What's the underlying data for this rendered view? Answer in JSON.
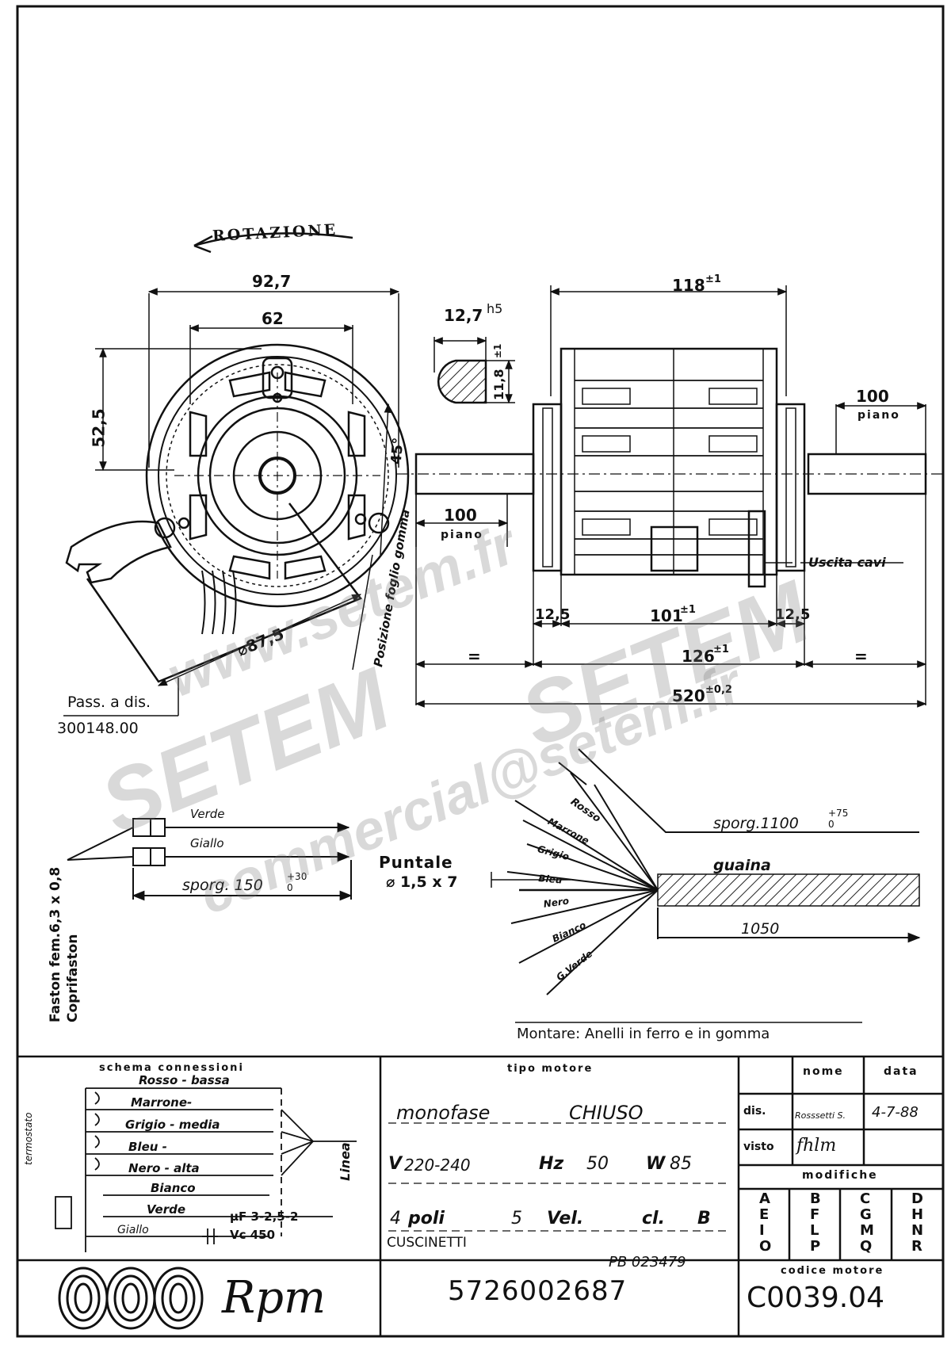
{
  "drawing": {
    "rotation_label": "ROTAZIONE",
    "dims": {
      "d927": "92,7",
      "d62": "62",
      "d525": "52,5",
      "d45": "45°",
      "d875": "⌀87,5",
      "shaft_d": "12,7",
      "shaft_tol": "h5",
      "shaft_flat": "11,8",
      "shaft_flat_tol": "±1",
      "len118": "118",
      "len118_tol": "±1",
      "flat_right": "100",
      "flat_right_label": "piano",
      "flat_left": "100",
      "flat_left_label": "piano",
      "len125a": "12,5",
      "len101": "101",
      "len101_tol": "±1",
      "len125b": "12,5",
      "len126": "126",
      "len126_tol": "±1",
      "len520": "520",
      "len520_tol": "±0,2",
      "eq1": "=",
      "eq2": "="
    },
    "cable_exit": "Uscita cavi",
    "rubber_position": "Posizione foglio gomma",
    "pass_label": "Pass. a dis.",
    "pass_number": "300148.00",
    "capacitor": {
      "wire1": "Verde",
      "wire2": "Giallo",
      "sporg": "sporg. 150",
      "sporg_tol_up": "+30",
      "sporg_tol_down": "0",
      "faston_1": "Faston fem.6,3 x 0,8",
      "faston_2": "Coprifaston"
    },
    "puntale": "Puntale",
    "puntale_size": "⌀ 1,5 x 7",
    "wires": [
      "Rosso",
      "Marrone",
      "Grigio",
      "Bleu",
      "Nero",
      "Bianco",
      "G.Verde"
    ],
    "sporg_wires": "sporg.1100",
    "sporg_wires_tol_up": "+75",
    "sporg_wires_tol_down": "0",
    "guaina": "guaina",
    "guaina_length": "1050",
    "mount_note": "Montare: Anelli in ferro e in gomma"
  },
  "watermark": {
    "line1": "www.setem.fr",
    "line2": "SETEM",
    "line3": "SETEM",
    "line4": "commercial@setem.fr"
  },
  "title_block": {
    "schema_title": "schema connessioni",
    "schema_items": [
      "Rosso - bassa",
      "Marrone-",
      "Grigio - media",
      "Bleu -",
      "Nero - alta",
      "Bianco",
      "Verde",
      "Giallo"
    ],
    "termostato": "termostato",
    "linea": "Linea",
    "capacitor_uf": "μF 3-2,5-2",
    "capacitor_v": "Vc 450",
    "tipo_motore": "tipo motore",
    "motor_line1_a": "monofase",
    "motor_line1_b": "CHIUSO",
    "v_label": "V",
    "v_value": "220-240",
    "hz_label": "Hz",
    "hz_value": "50",
    "w_label": "W",
    "w_value": "85",
    "poli_value": "4",
    "poli_label": "poli",
    "vel_value": "5",
    "vel_label": "Vel.",
    "cl_label": "cl.",
    "cl_value": "B",
    "cuscinetti": "CUSCINETTI",
    "pb": "PB 023479",
    "part_number": "5726002687",
    "brand": "Rpm",
    "nome": "nome",
    "data": "data",
    "dis_label": "dis.",
    "dis_name": "Rosssetti S.",
    "dis_date": "4-7-88",
    "visto_label": "visto",
    "visto_sign": "fhlm",
    "modifiche": "modifiche",
    "mod_letters": [
      [
        "A",
        "E",
        "I",
        "O"
      ],
      [
        "B",
        "F",
        "L",
        "P"
      ],
      [
        "C",
        "G",
        "M",
        "Q"
      ],
      [
        "D",
        "H",
        "N",
        "R"
      ]
    ],
    "codice_label": "codice motore",
    "codice_value": "C0039.04"
  }
}
